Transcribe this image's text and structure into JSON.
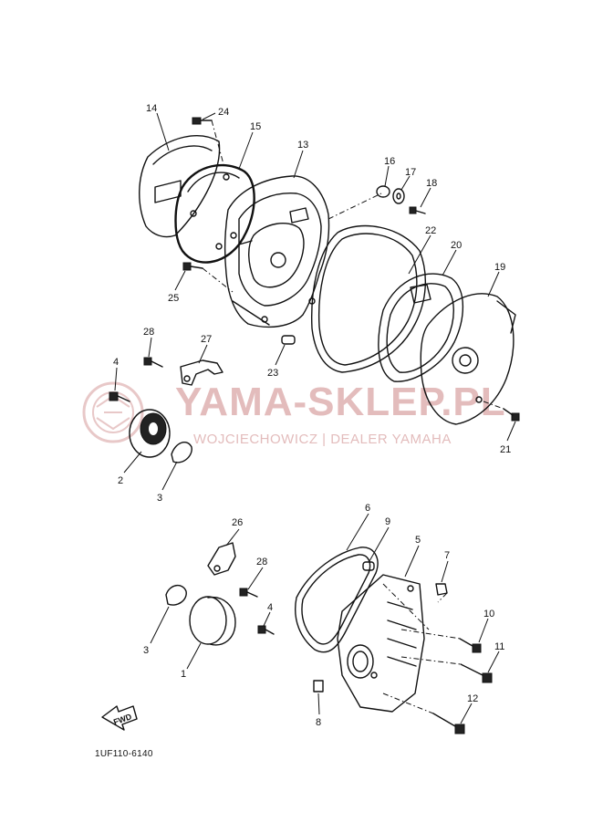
{
  "diagram": {
    "code": "1UF110-6140",
    "watermark": {
      "title": "YAMA-SKLEP.PL",
      "subtitle": "WOJCIECHOWICZ | DEALER YAMAHA",
      "color": "#e3bcbc"
    },
    "fwd_label": "FWD",
    "callouts": {
      "c1": "1",
      "c2": "2",
      "c3a": "3",
      "c3b": "3",
      "c4a": "4",
      "c4b": "4",
      "c5": "5",
      "c6": "6",
      "c7": "7",
      "c8": "8",
      "c9": "9",
      "c10": "10",
      "c11": "11",
      "c12": "12",
      "c13": "13",
      "c14": "14",
      "c15": "15",
      "c16": "16",
      "c17": "17",
      "c18": "18",
      "c19": "19",
      "c20": "20",
      "c21": "21",
      "c22": "22",
      "c23": "23",
      "c24": "24",
      "c25": "25",
      "c26": "26",
      "c27": "27",
      "c28a": "28",
      "c28b": "28"
    }
  }
}
